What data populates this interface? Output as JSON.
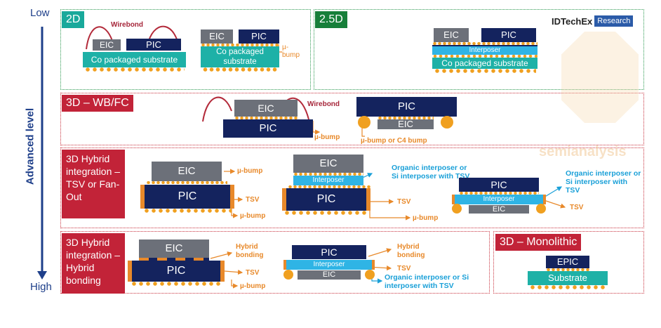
{
  "axis": {
    "low": "Low",
    "high": "High",
    "title": "Advanced level"
  },
  "brand": {
    "name": "IDTechEx",
    "tag": "Research",
    "watermark": "semianalysis"
  },
  "sections": {
    "s2d": {
      "tag": "2D",
      "wirebond": "Wirebond",
      "eic": "EIC",
      "pic": "PIC",
      "substrate": "Co packaged substrate",
      "eic2": "EIC",
      "pic2": "PIC",
      "substrate2": "Co packaged substrate",
      "ubump": "µ-bump"
    },
    "s25d": {
      "tag": "2.5D",
      "eic": "EIC",
      "pic": "PIC",
      "interposer": "Interposer",
      "substrate": "Co packaged substrate"
    },
    "s3dwb": {
      "tag": "3D – WB/FC",
      "eic": "EIC",
      "pic": "PIC",
      "wirebond": "Wirebond",
      "ubump": "µ-bump",
      "pic2": "PIC",
      "eic2": "EIC",
      "c4": "µ-bump or C4 bump"
    },
    "s3dtsv": {
      "tag": "3D Hybrid integration – TSV or Fan-Out",
      "a": {
        "eic": "EIC",
        "pic": "PIC",
        "ubump_top": "µ-bump",
        "tsv": "TSV",
        "ubump_bot": "µ-bump"
      },
      "b": {
        "eic": "EIC",
        "interposer": "Interposer",
        "pic": "PIC",
        "organic": "Organic interposer or Si interposer with TSV",
        "tsv": "TSV",
        "ubump": "µ-bump"
      },
      "c": {
        "pic": "PIC",
        "interposer": "Interposer",
        "eic": "EIC",
        "organic": "Organic interposer or Si interposer with TSV",
        "tsv": "TSV"
      }
    },
    "s3dhb": {
      "tag": "3D Hybrid integration – Hybrid bonding",
      "a": {
        "eic": "EIC",
        "pic": "PIC",
        "hybrid": "Hybrid bonding",
        "tsv": "TSV",
        "ubump": "µ-bump"
      },
      "b": {
        "pic": "PIC",
        "interposer": "Interposer",
        "eic": "EIC",
        "hybrid": "Hybrid bonding",
        "tsv": "TSV",
        "organic": "Organic interposer or Si interposer with TSV"
      }
    },
    "s3dmono": {
      "tag": "3D – Monolithic",
      "epic": "EPIC",
      "substrate": "Substrate"
    }
  }
}
